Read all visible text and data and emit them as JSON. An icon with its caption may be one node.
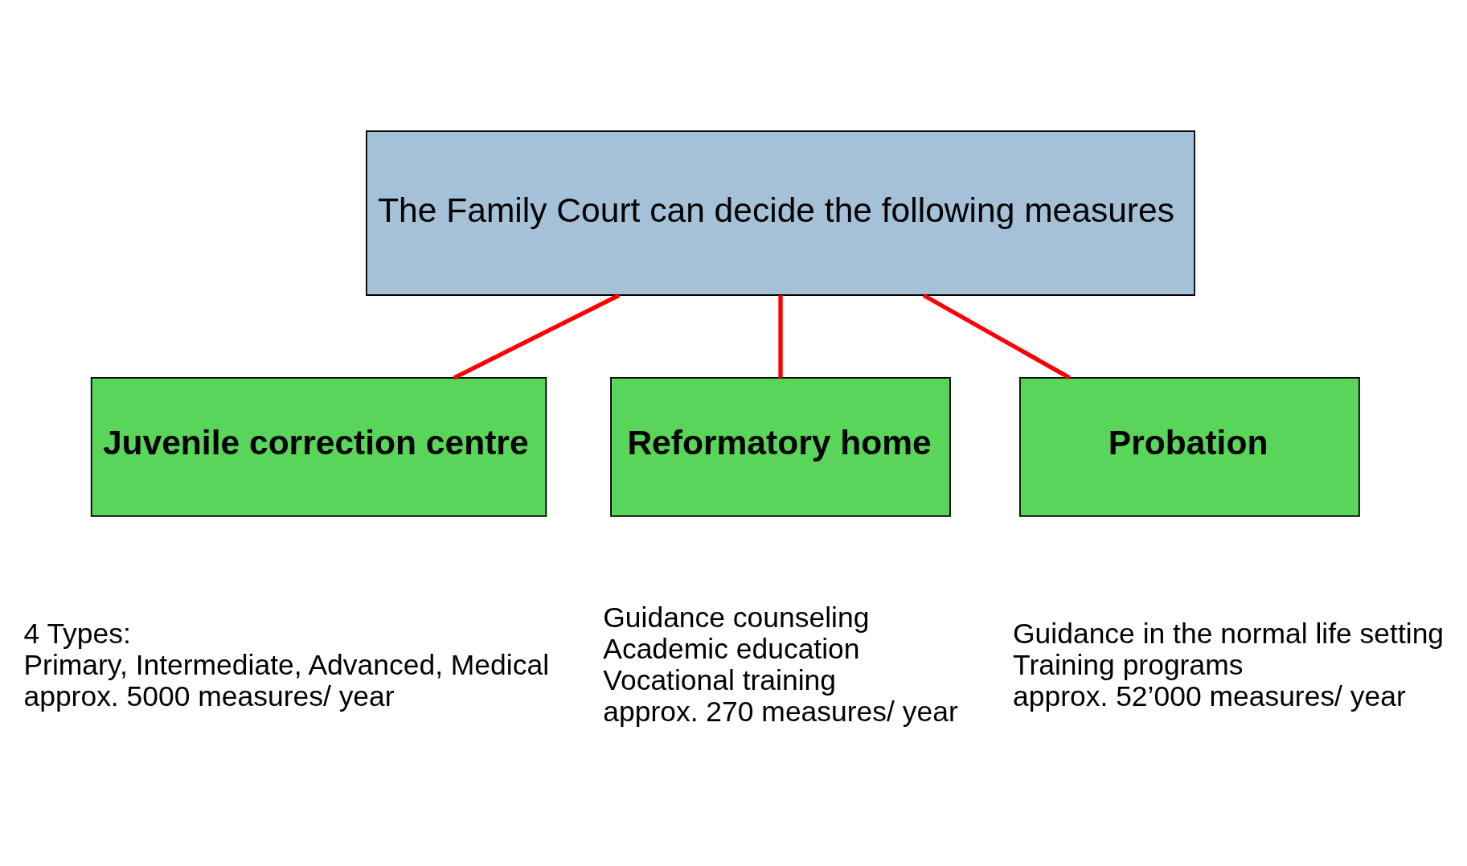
{
  "diagram": {
    "nodes": [
      {
        "text": [
          "The Family Court can decide the following measures"
        ]
      },
      {
        "text": [
          "Juvenile correction centre"
        ],
        "beside": [
          "4 Types:",
          "Primary, Intermediate, Advanced, Medical",
          "approx. 5000 measures/ year"
        ]
      },
      {
        "text": [
          "Reformatory home"
        ],
        "beside": [
          "Guidance counseling",
          "Academic education",
          "Vocational training",
          "approx. 270 measures/ year"
        ]
      },
      {
        "text": [
          "Probation"
        ],
        "beside": [
          "Guidance in the normal life setting",
          "Training programs",
          "approx. 52’000 measures/ year"
        ]
      }
    ],
    "edges": [
      {
        "from": 0,
        "to": 1,
        "arrow": "none"
      },
      {
        "from": 0,
        "to": 2,
        "arrow": "none"
      },
      {
        "from": 0,
        "to": 3,
        "arrow": "none"
      }
    ]
  }
}
